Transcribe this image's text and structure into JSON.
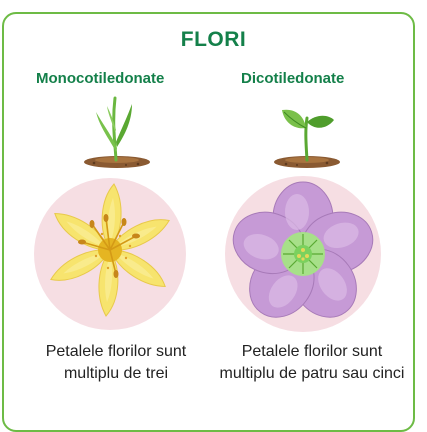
{
  "title": "FLORI",
  "colors": {
    "border": "#6dbb45",
    "heading": "#14804a",
    "circle_bg": "#f6dee3",
    "lily_petal": "#f7e46e",
    "lily_center": "#e5b522",
    "violet_petal": "#c69ad6",
    "violet_center": "#7bd15e",
    "leaf": "#62b23a",
    "soil": "#8a5a32"
  },
  "columns": [
    {
      "heading": "Monocotiledonate",
      "plant_icon": "grass-sprout-icon",
      "flower_icon": "lily-flower-icon",
      "caption_line1": "Petalele florilor sunt",
      "caption_line2": "multiplu de trei"
    },
    {
      "heading": "Dicotiledonate",
      "plant_icon": "seedling-sprout-icon",
      "flower_icon": "five-petal-flower-icon",
      "caption_line1": "Petalele florilor sunt",
      "caption_line2": "multiplu de patru sau cinci"
    }
  ]
}
